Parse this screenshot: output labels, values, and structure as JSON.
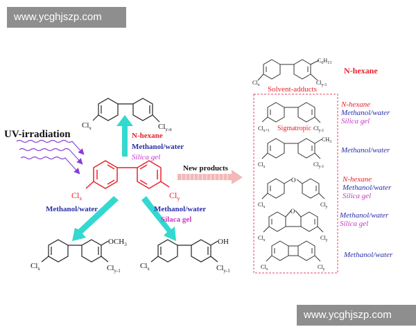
{
  "watermark": {
    "top": "www.ycghjszp.com",
    "bottom": "www.ycghjszp.com"
  },
  "colors": {
    "hexane": "#e8202a",
    "methanol": "#2a2fa8",
    "silica": "#c637c4",
    "arrow": "#33d9d0",
    "product_arrow": "#f4b8b8",
    "uv": "#8a3bd6",
    "dashed_box": "#e84060"
  },
  "main": {
    "uv_label": "UV-irradiation",
    "parent": {
      "cl_left": "Cl",
      "sub_left": "x",
      "cl_right": "Cl",
      "sub_right": "y"
    }
  },
  "top_product": {
    "cl_left": "Cl",
    "sub_left": "x",
    "cl_right": "Cl",
    "sub_right": "y-n",
    "cond1": "N-hexane",
    "cond2": "Methanol/water",
    "cond3": "Silica gel"
  },
  "left_product": {
    "condition": "Methanol/water",
    "cl_left": "Cl",
    "sub_left": "x",
    "sub_group": "OCH",
    "sub_group_idx": "3",
    "cl_right": "Cl",
    "sub_right": "y-1"
  },
  "right_product": {
    "cond1": "Methanol/water",
    "cond2": "Silaca gel",
    "cl_left": "Cl",
    "sub_left": "x",
    "sub_group": "OH",
    "cl_right": "Cl",
    "sub_right": "y-1"
  },
  "new_products": {
    "label": "New products"
  },
  "solvent_adduct": {
    "caption": "Solvent-adducts",
    "condition": "N-hexane",
    "cl_left": "Cl",
    "sub_left": "x",
    "group": "C",
    "group_sub": "6",
    "group_sub2": "H",
    "group_sub3": "13",
    "cl_right": "Cl",
    "sub_right": "y-1"
  },
  "box_items": [
    {
      "name": "sigmatropic",
      "cl_l": "Cl",
      "sub_l": "x+1",
      "cl_r": "Cl",
      "sub_r": "y-1",
      "caption": "Sigmatropic",
      "conds": [
        {
          "text": "N-hexane",
          "c": "hexane"
        },
        {
          "text": "Methanol/water",
          "c": "methanol"
        },
        {
          "text": "Silica gel",
          "c": "silica"
        }
      ]
    },
    {
      "name": "methyl",
      "cl_l": "Cl",
      "sub_l": "x",
      "cl_r": "Cl",
      "sub_r": "y-1",
      "group": "CH",
      "group_sub": "3",
      "conds": [
        {
          "text": "Methanol/water",
          "c": "methanol"
        }
      ]
    },
    {
      "name": "ether",
      "cl_l": "Cl",
      "sub_l": "x",
      "cl_r": "Cl",
      "sub_r": "y",
      "atom": "O",
      "conds": [
        {
          "text": "N-hexane",
          "c": "hexane"
        },
        {
          "text": "Methanol/water",
          "c": "methanol"
        },
        {
          "text": "Silica gel",
          "c": "silica"
        }
      ]
    },
    {
      "name": "dibenzofuran",
      "cl_l": "Cl",
      "sub_l": "x",
      "cl_r": "Cl",
      "sub_r": "y",
      "atom": "O",
      "conds": [
        {
          "text": "Methanol/water",
          "c": "methanol"
        },
        {
          "text": "Silica gel",
          "c": "silica"
        }
      ]
    },
    {
      "name": "biphenylene",
      "cl_l": "Cl",
      "sub_l": "x",
      "cl_r": "Cl",
      "sub_r": "y",
      "conds": [
        {
          "text": "Methanol/water",
          "c": "methanol"
        }
      ]
    }
  ]
}
